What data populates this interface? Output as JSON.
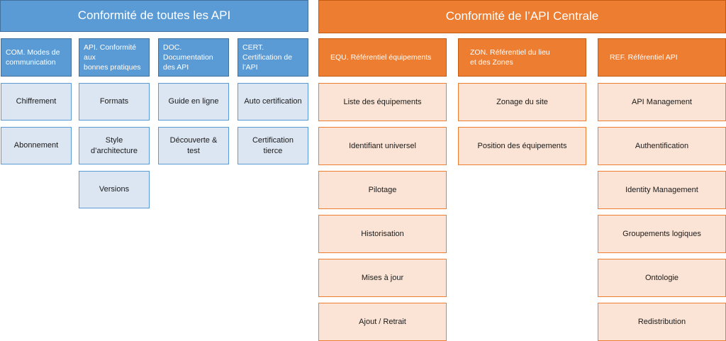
{
  "left": {
    "title": "Conformité de toutes les API",
    "categories": [
      {
        "label": "COM. Modes de\ncommunication",
        "items": [
          "Chiffrement",
          "Abonnement"
        ]
      },
      {
        "label": "API. Conformité aux\nbonnes pratiques",
        "items": [
          "Formats",
          "Style\nd’architecture",
          "Versions"
        ]
      },
      {
        "label": "DOC.\nDocumentation\ndes API",
        "items": [
          "Guide en ligne",
          "Découverte &\ntest"
        ]
      },
      {
        "label": "CERT.\nCertification de\nl’API",
        "items": [
          "Auto certification",
          "Certification\ntierce"
        ]
      }
    ]
  },
  "right": {
    "title": "Conformité de l’API Centrale",
    "categories": [
      {
        "label": "EQU. Référentiel équipements",
        "items": [
          "Liste des équipements",
          "Identifiant universel",
          "Pilotage",
          "Historisation",
          "Mises à jour",
          "Ajout / Retrait"
        ]
      },
      {
        "label": "ZON. Référentiel du lieu\net des Zones",
        "items": [
          "Zonage du site",
          "Position des équipements"
        ]
      },
      {
        "label": "REF. Référentiel API",
        "items": [
          "API Management",
          "Authentification",
          "Identity Management",
          "Groupements logiques",
          "Ontologie",
          "Redistribution"
        ]
      }
    ]
  },
  "colors": {
    "blue_header": "#5b9bd5",
    "blue_item": "#dce6f2",
    "orange_header": "#ed7d31",
    "orange_item": "#fbe4d5"
  }
}
